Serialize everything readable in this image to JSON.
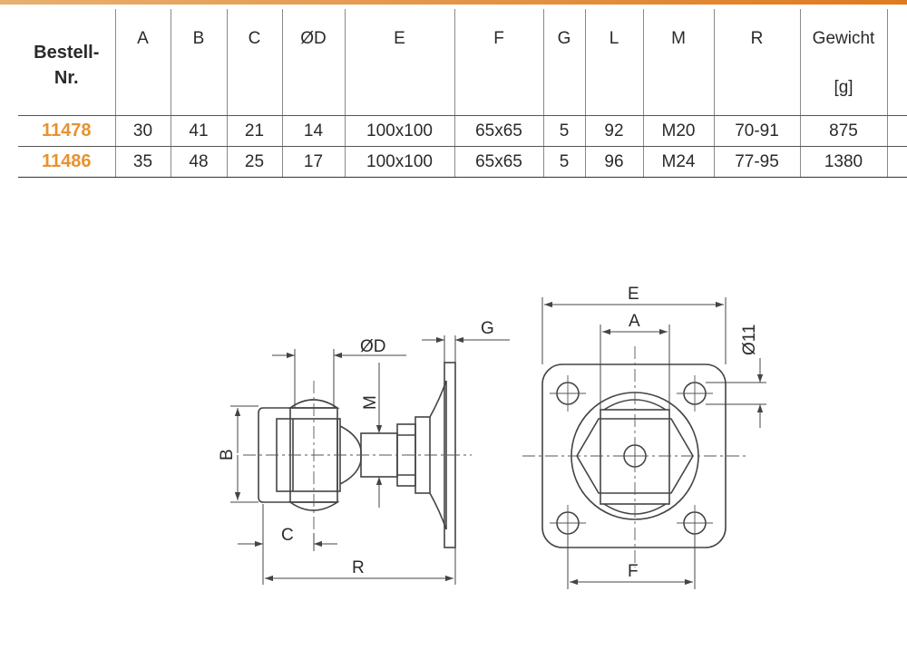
{
  "table": {
    "headers": [
      "Bestell-\nNr.",
      "A",
      "B",
      "C",
      "ØD",
      "E",
      "F",
      "G",
      "L",
      "M",
      "R",
      "Gewicht"
    ],
    "weight_unit": "[g]",
    "rows": [
      [
        "11478",
        "30",
        "41",
        "21",
        "14",
        "100x100",
        "65x65",
        "5",
        "92",
        "M20",
        "70-91",
        "875"
      ],
      [
        "11486",
        "35",
        "48",
        "25",
        "17",
        "100x100",
        "65x65",
        "5",
        "96",
        "M24",
        "77-95",
        "1380"
      ]
    ]
  },
  "drawing": {
    "labels": {
      "d": "ØD",
      "g": "G",
      "m": "M",
      "b": "B",
      "c": "C",
      "r": "R",
      "e": "E",
      "a": "A",
      "hole": "Ø11",
      "f": "F"
    }
  },
  "colors": {
    "accent": "#e8922e",
    "line": "#444444"
  }
}
